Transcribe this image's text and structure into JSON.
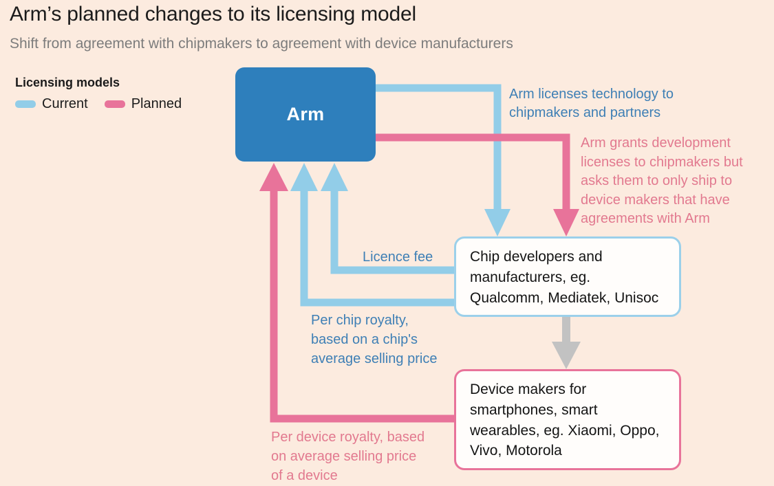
{
  "header": {
    "title": "Arm’s planned changes to its licensing model",
    "subtitle": "Shift from agreement with chipmakers to agreement with device manufacturers"
  },
  "legend": {
    "title": "Licensing models",
    "items": [
      {
        "label": "Current",
        "color": "#92CDE8",
        "swatch_name": "legend-swatch-current"
      },
      {
        "label": "Planned",
        "color": "#E8739A",
        "swatch_name": "legend-swatch-planned"
      }
    ]
  },
  "nodes": {
    "arm": {
      "label": "Arm",
      "fill": "#2E7FBC",
      "text_color": "#FFFFFF"
    },
    "chipmakers": {
      "text": "Chip developers and\nmanufacturers, eg.\nQualcomm, Mediatek, Unisoc",
      "border_color": "#9BD0EA",
      "fill": "#FFFDFB"
    },
    "devicemakers": {
      "text": "Device makers for\nsmartphones, smart\nwearables, eg. Xiaomi, Oppo,\nVivo, Motorola",
      "border_color": "#E8739A",
      "fill": "#FFFDFB"
    }
  },
  "annotations": {
    "arm_licenses": {
      "text": "Arm licenses technology to\nchipmakers and partners",
      "color": "#3E7FB5",
      "model": "Current"
    },
    "arm_grants": {
      "text": "Arm grants development\nlicenses to chipmakers but\nasks them to only ship to\ndevice makers that have\nagreements with Arm",
      "color": "#E2798F",
      "model": "Planned"
    },
    "licence_fee": {
      "text": "Licence fee",
      "color": "#3E7FB5",
      "model": "Current"
    },
    "chip_royalty": {
      "text": "Per chip royalty,\nbased on a chip's\naverage selling price",
      "color": "#3E7FB5",
      "model": "Current"
    },
    "device_royalty": {
      "text": "Per device royalty, based\non average selling price\nof a device",
      "color": "#E2798F",
      "model": "Planned"
    }
  },
  "connectors": [
    {
      "name": "arm-to-chipmakers-current",
      "color": "#92CDE8",
      "from": "Arm",
      "to": "Chip developers and manufacturers",
      "model": "Current"
    },
    {
      "name": "arm-to-chipmakers-planned",
      "color": "#E8739A",
      "from": "Arm",
      "to": "Chip developers and manufacturers",
      "model": "Planned"
    },
    {
      "name": "licence-fee-to-arm",
      "color": "#92CDE8",
      "from": "Chip developers and manufacturers",
      "to": "Arm",
      "model": "Current"
    },
    {
      "name": "chip-royalty-to-arm",
      "color": "#92CDE8",
      "from": "Chip developers and manufacturers",
      "to": "Arm",
      "model": "Current"
    },
    {
      "name": "device-royalty-to-arm",
      "color": "#E8739A",
      "from": "Device makers",
      "to": "Arm",
      "model": "Planned"
    },
    {
      "name": "chipmakers-to-devicemakers",
      "color": "#C2C2C2",
      "from": "Chip developers and manufacturers",
      "to": "Device makers",
      "model": "Supply"
    }
  ],
  "theme": {
    "background": "#FCEBDF",
    "current_color": "#92CDE8",
    "planned_color": "#E8739A",
    "supply_color": "#C2C2C2",
    "arm_blue": "#2E7FBC"
  }
}
